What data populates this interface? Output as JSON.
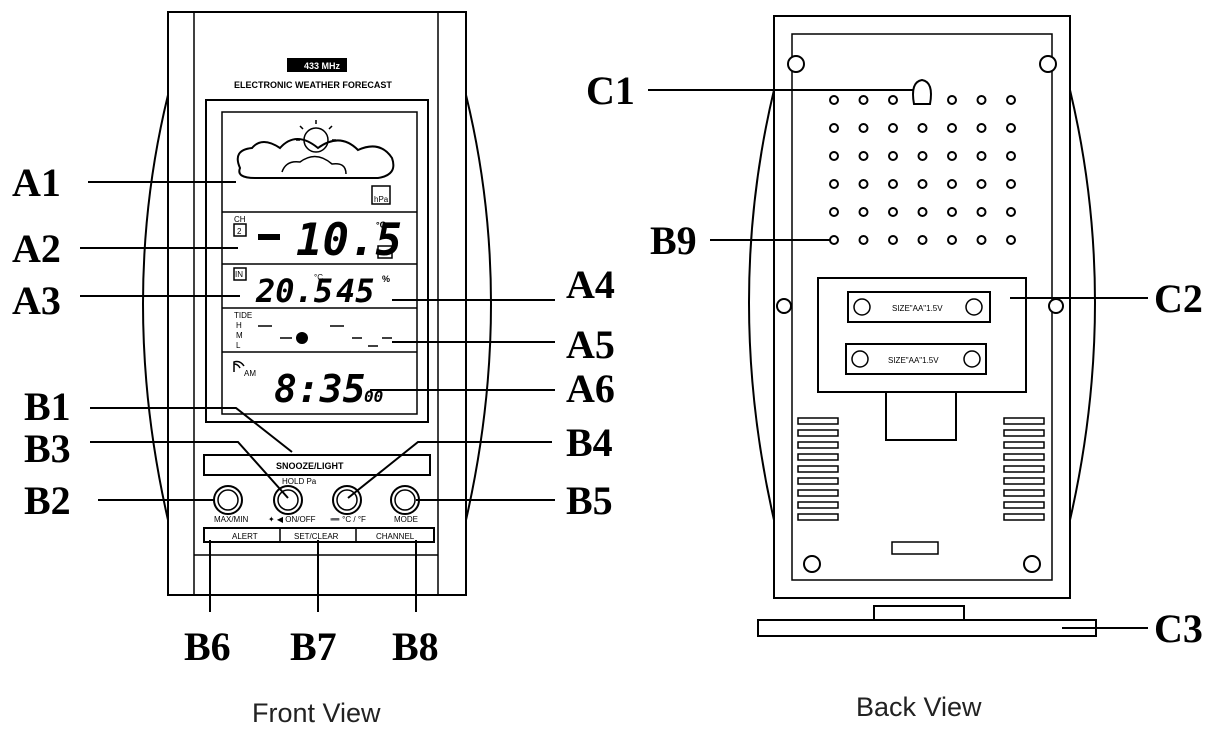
{
  "front_view": {
    "caption": "Front View",
    "brand_badge": "433 MHz",
    "title": "ELECTRONIC WEATHER FORECAST",
    "display": {
      "channel_label": "CH",
      "channel_value": "2",
      "outdoor_temp": "10.5",
      "temp_unit": "°C",
      "indoor_label": "IN",
      "indoor_temp": "20.5",
      "indoor_temp_unit": "°C",
      "humidity": "45",
      "humidity_unit": "%",
      "tide_label": "TIDE",
      "tide_levels": [
        "H",
        "M",
        "L"
      ],
      "ampm": "AM",
      "time": "8:35",
      "seconds": "00",
      "pressure_unit": "hPa"
    },
    "buttons": {
      "snooze_light": "SNOOZE/LIGHT",
      "hold_label": "HOLD Pa",
      "max_min": "MAX/MIN",
      "on_off": "✦ ◀ ON/OFF",
      "unit_toggle": "➖ °C / °F",
      "mode": "MODE",
      "alert": "ALERT",
      "set_clear": "SET/CLEAR",
      "channel": "CHANNEL"
    },
    "callouts": {
      "A1": "A1",
      "A2": "A2",
      "A3": "A3",
      "A4": "A4",
      "A5": "A5",
      "A6": "A6",
      "B1": "B1",
      "B2": "B2",
      "B3": "B3",
      "B4": "B4",
      "B5": "B5",
      "B6": "B6",
      "B7": "B7",
      "B8": "B8"
    }
  },
  "back_view": {
    "caption": "Back  View",
    "battery_label_1": "SIZE\"AA\"1.5V",
    "battery_label_2": "SIZE\"AA\"1.5V",
    "callouts": {
      "B9": "B9",
      "C1": "C1",
      "C2": "C2",
      "C3": "C3"
    }
  }
}
